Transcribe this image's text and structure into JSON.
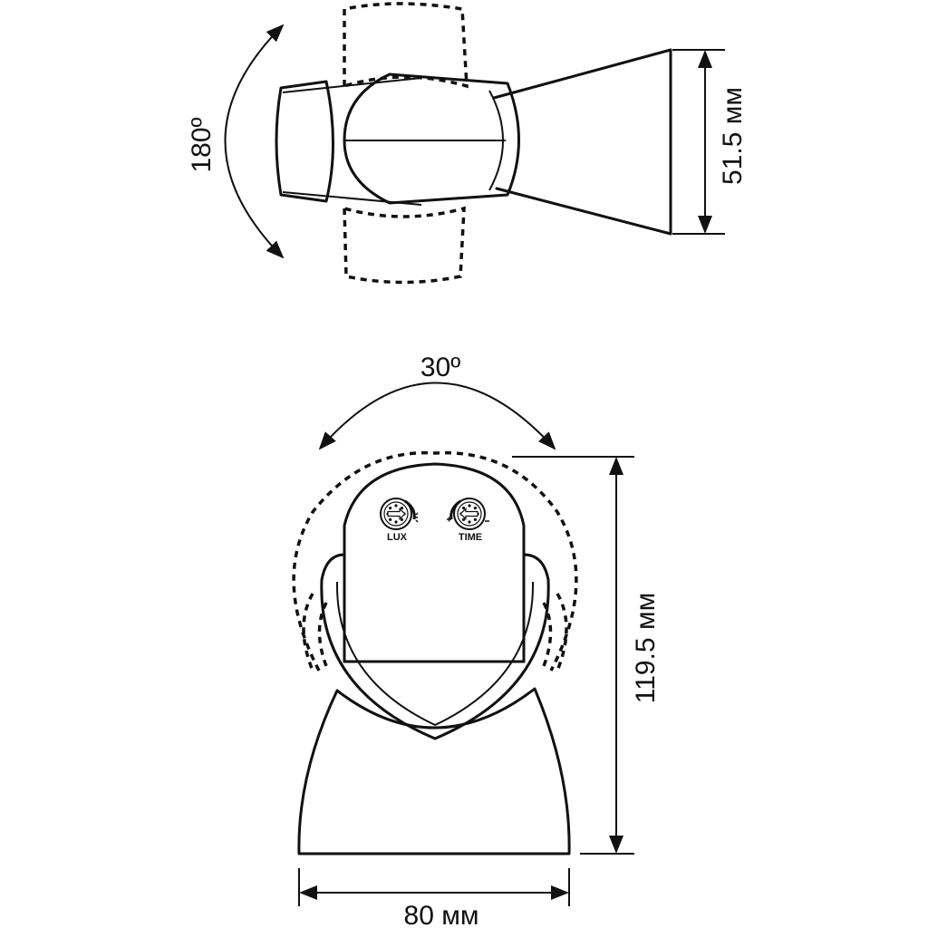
{
  "top_view": {
    "rotation_label": "180º",
    "depth_label": "51.5 мм"
  },
  "front_view": {
    "tilt_label": "30º",
    "height_label": "119.5 мм",
    "width_label": "80 мм",
    "knob_left_label": "LUX",
    "knob_right_label": "TIME"
  },
  "icons": [
    "rotation-arrow-icon",
    "tilt-arrow-icon",
    "lux-knob-icon",
    "time-knob-icon",
    "sun-icon"
  ]
}
